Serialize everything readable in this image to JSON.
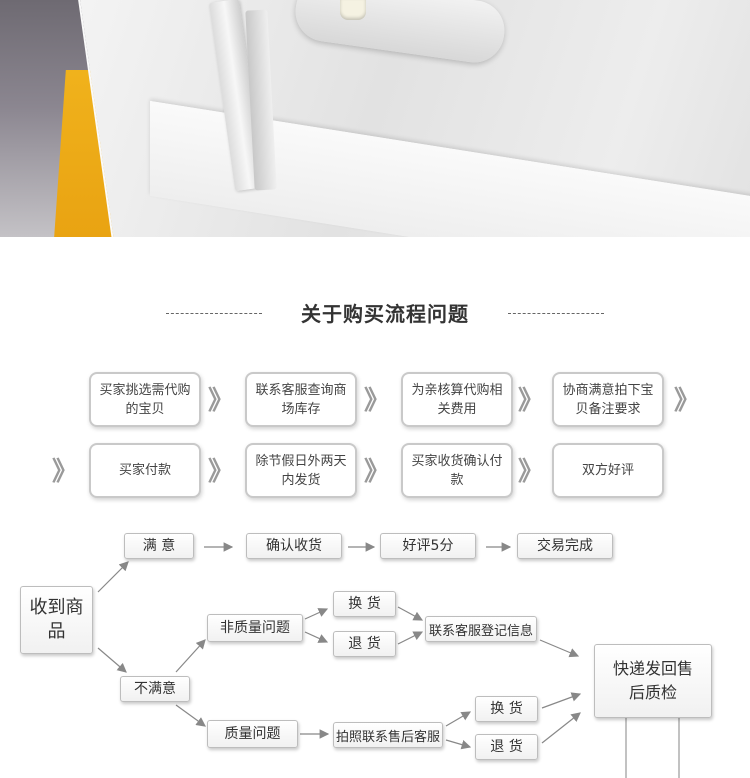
{
  "title": "关于购买流程问题",
  "process": {
    "steps": [
      "买家挑选需代购的宝贝",
      "联系客服查询商场库存",
      "为亲核算代购相关费用",
      "协商满意拍下宝贝备注要求",
      "买家付款",
      "除节假日外两天内发货",
      "买家收货确认付款",
      "双方好评"
    ],
    "chevron": "》"
  },
  "flow": {
    "received": "收到商品",
    "satisfied": "满 意",
    "confirm_receipt": "确认收货",
    "good_review": "好评5分",
    "deal_complete": "交易完成",
    "unsatisfied": "不满意",
    "non_quality_issue": "非质量问题",
    "exchange_1": "换 货",
    "return_1": "退 货",
    "contact_register": "联系客服登记信息",
    "quality_issue": "质量问题",
    "photo_contact": "拍照联系售后客服",
    "exchange_2": "换 货",
    "return_2": "退 货",
    "express_return": "快递发回售后质检"
  }
}
